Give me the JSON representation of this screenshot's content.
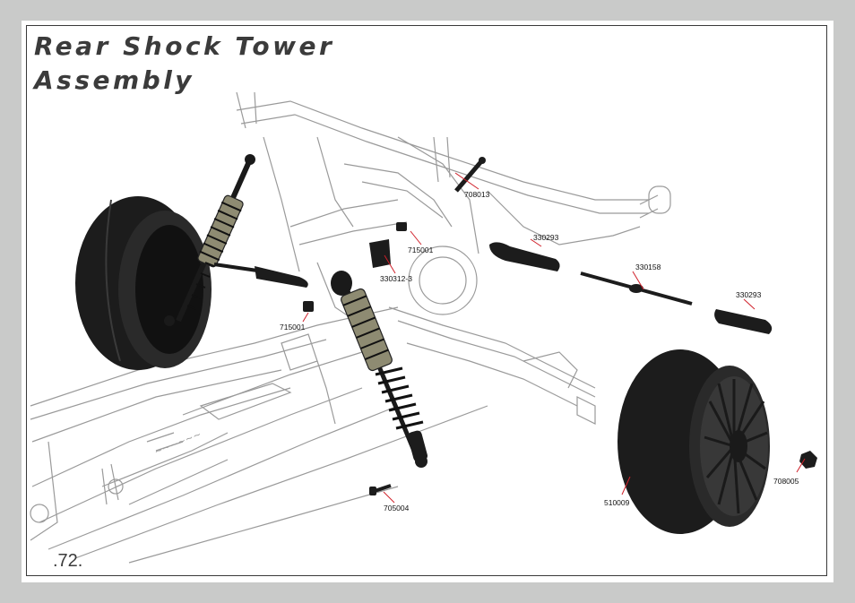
{
  "title": {
    "line1": "Rear Shock Tower",
    "line2": "Assembly"
  },
  "page_number": ".72.",
  "part_labels": [
    {
      "id": "708013",
      "text": "708013"
    },
    {
      "id": "715001a",
      "text": "715001"
    },
    {
      "id": "330312",
      "text": "330312-3"
    },
    {
      "id": "330293a",
      "text": "330293"
    },
    {
      "id": "330158",
      "text": "330158"
    },
    {
      "id": "330293b",
      "text": "330293"
    },
    {
      "id": "715001b",
      "text": "715001"
    },
    {
      "id": "705004",
      "text": "705004"
    },
    {
      "id": "510009",
      "text": "510009"
    },
    {
      "id": "708005",
      "text": "708005"
    }
  ],
  "colors": {
    "background": "#c9cac9",
    "leader_line": "#d0202a",
    "part_black": "#1c1c1c",
    "shock_body": "#8e8b72",
    "chassis_line": "#9a9a9a"
  }
}
